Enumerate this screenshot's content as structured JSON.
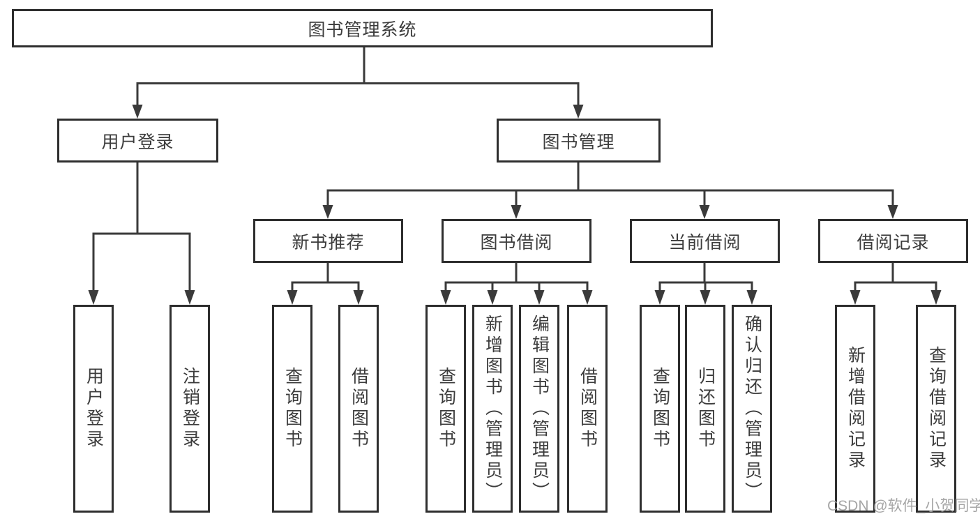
{
  "diagram": {
    "root": {
      "label": "图书管理系统"
    },
    "branches": [
      {
        "label": "用户登录",
        "children": [
          {
            "label": "用户登录"
          },
          {
            "label": "注销登录"
          }
        ]
      },
      {
        "label": "图书管理",
        "groups": [
          {
            "label": "新书推荐",
            "children": [
              {
                "label": "查询图书"
              },
              {
                "label": "借阅图书"
              }
            ]
          },
          {
            "label": "图书借阅",
            "children": [
              {
                "label": "查询图书"
              },
              {
                "label": "新增图书（管理员）"
              },
              {
                "label": "编辑图书（管理员）"
              },
              {
                "label": "借阅图书"
              }
            ]
          },
          {
            "label": "当前借阅",
            "children": [
              {
                "label": "查询图书"
              },
              {
                "label": "归还图书"
              },
              {
                "label": "确认归还（管理员）"
              }
            ]
          },
          {
            "label": "借阅记录",
            "children": [
              {
                "label": "新增借阅记录"
              },
              {
                "label": "查询借阅记录"
              }
            ]
          }
        ]
      }
    ]
  },
  "watermark": {
    "text": "CSDN @软件_小贺同学"
  },
  "colors": {
    "line": "#3a3a3a",
    "border": "#2e2e2e",
    "text": "#3c3c3c",
    "background": "#ffffff",
    "watermark": "#9e9e9e"
  }
}
